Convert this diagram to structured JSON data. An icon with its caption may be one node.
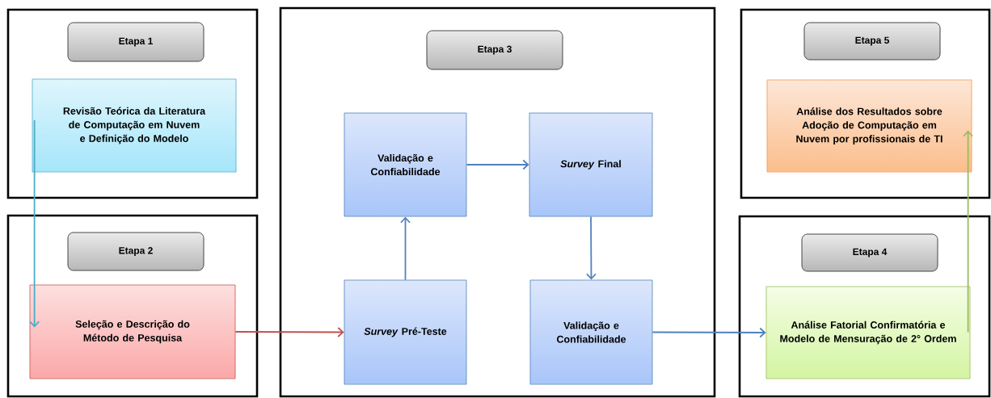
{
  "diagram": {
    "nodes": [
      {
        "text": [],
        "shape": "box"
      },
      {
        "text": [
          "Etapa 1"
        ],
        "in": 0
      },
      {
        "text": [
          "Revisão Teórica da Literatura de Computação em Nuvem e Definição do Modelo"
        ],
        "in": 0
      },
      {
        "text": [],
        "shape": "box"
      },
      {
        "text": [
          "Etapa 2"
        ],
        "in": 3
      },
      {
        "text": [
          "Seleção e Descrição do Método de Pesquisa"
        ],
        "in": 3
      },
      {
        "text": [],
        "shape": "box"
      },
      {
        "text": [
          "Etapa 3"
        ],
        "in": 6
      },
      {
        "text": [
          "Validação e Confiabilidade"
        ],
        "in": 6
      },
      {
        "text": [
          "*Survey* Final"
        ],
        "in": 6
      },
      {
        "text": [
          "*Survey* Pré-Teste"
        ],
        "in": 6
      },
      {
        "text": [
          "Validação e Confiabilidade"
        ],
        "in": 6
      },
      {
        "text": [],
        "shape": "box"
      },
      {
        "text": [
          "Etapa 5"
        ],
        "in": 12
      },
      {
        "text": [
          "Análise dos Resultados sobre Adoção de Computação em Nuvem por profissionais de TI"
        ],
        "in": 12
      },
      {
        "text": [],
        "shape": "box"
      },
      {
        "text": [
          "Etapa 4"
        ],
        "in": 15
      },
      {
        "text": [
          "Análise Fatorial Confirmatória e Modelo de Mensuração de 2° Ordem"
        ],
        "in": 15
      }
    ],
    "edges": [
      {
        "from": 2,
        "to": 5,
        "arrow": "to",
        "color": "#4bacc6"
      },
      {
        "from": 5,
        "to": 10,
        "arrow": "to",
        "color": "#c0504d"
      },
      {
        "from": 10,
        "to": 8,
        "arrow": "to"
      },
      {
        "from": 8,
        "to": 9,
        "arrow": "to"
      },
      {
        "from": 9,
        "to": 11,
        "arrow": "to"
      },
      {
        "from": 11,
        "to": 17,
        "arrow": "to"
      },
      {
        "from": 17,
        "to": 14,
        "arrow": "to",
        "color": "#9bbb59"
      }
    ]
  }
}
